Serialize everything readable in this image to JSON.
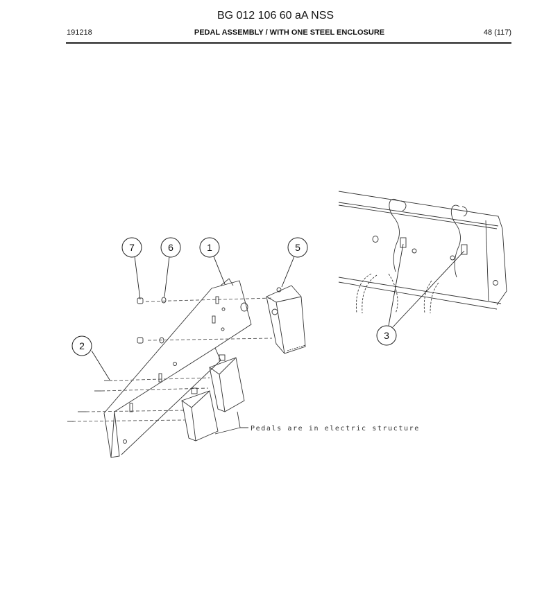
{
  "header": {
    "title": "BG 012 106 60 aA NSS",
    "left_code": "191218",
    "subtitle": "PEDAL ASSEMBLY / WITH ONE STEEL ENCLOSURE",
    "page": "48 (117)"
  },
  "callouts": [
    "7",
    "6",
    "1",
    "5",
    "2",
    "3"
  ],
  "note": "Pedals are in electric structure"
}
